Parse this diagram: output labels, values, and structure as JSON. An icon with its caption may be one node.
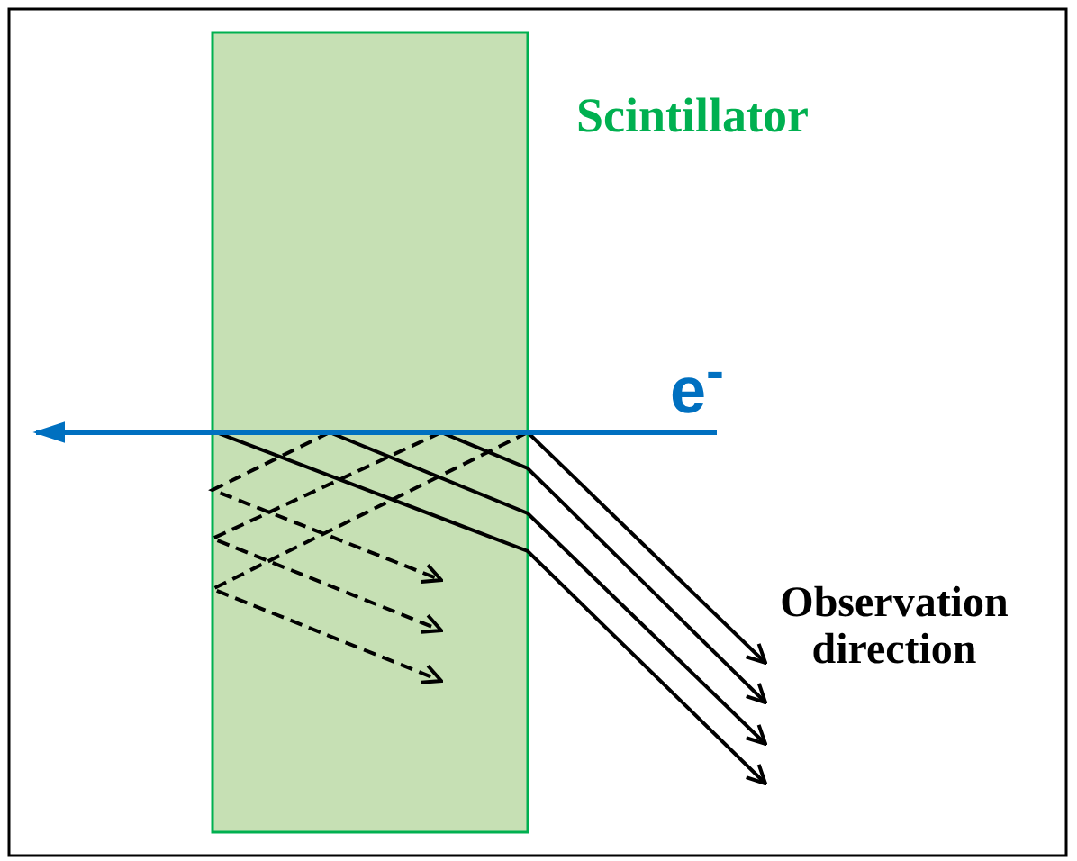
{
  "diagram": {
    "labels": [
      "Scintillator",
      "e$^{-}$",
      "Observation direction"
    ]
  }
}
